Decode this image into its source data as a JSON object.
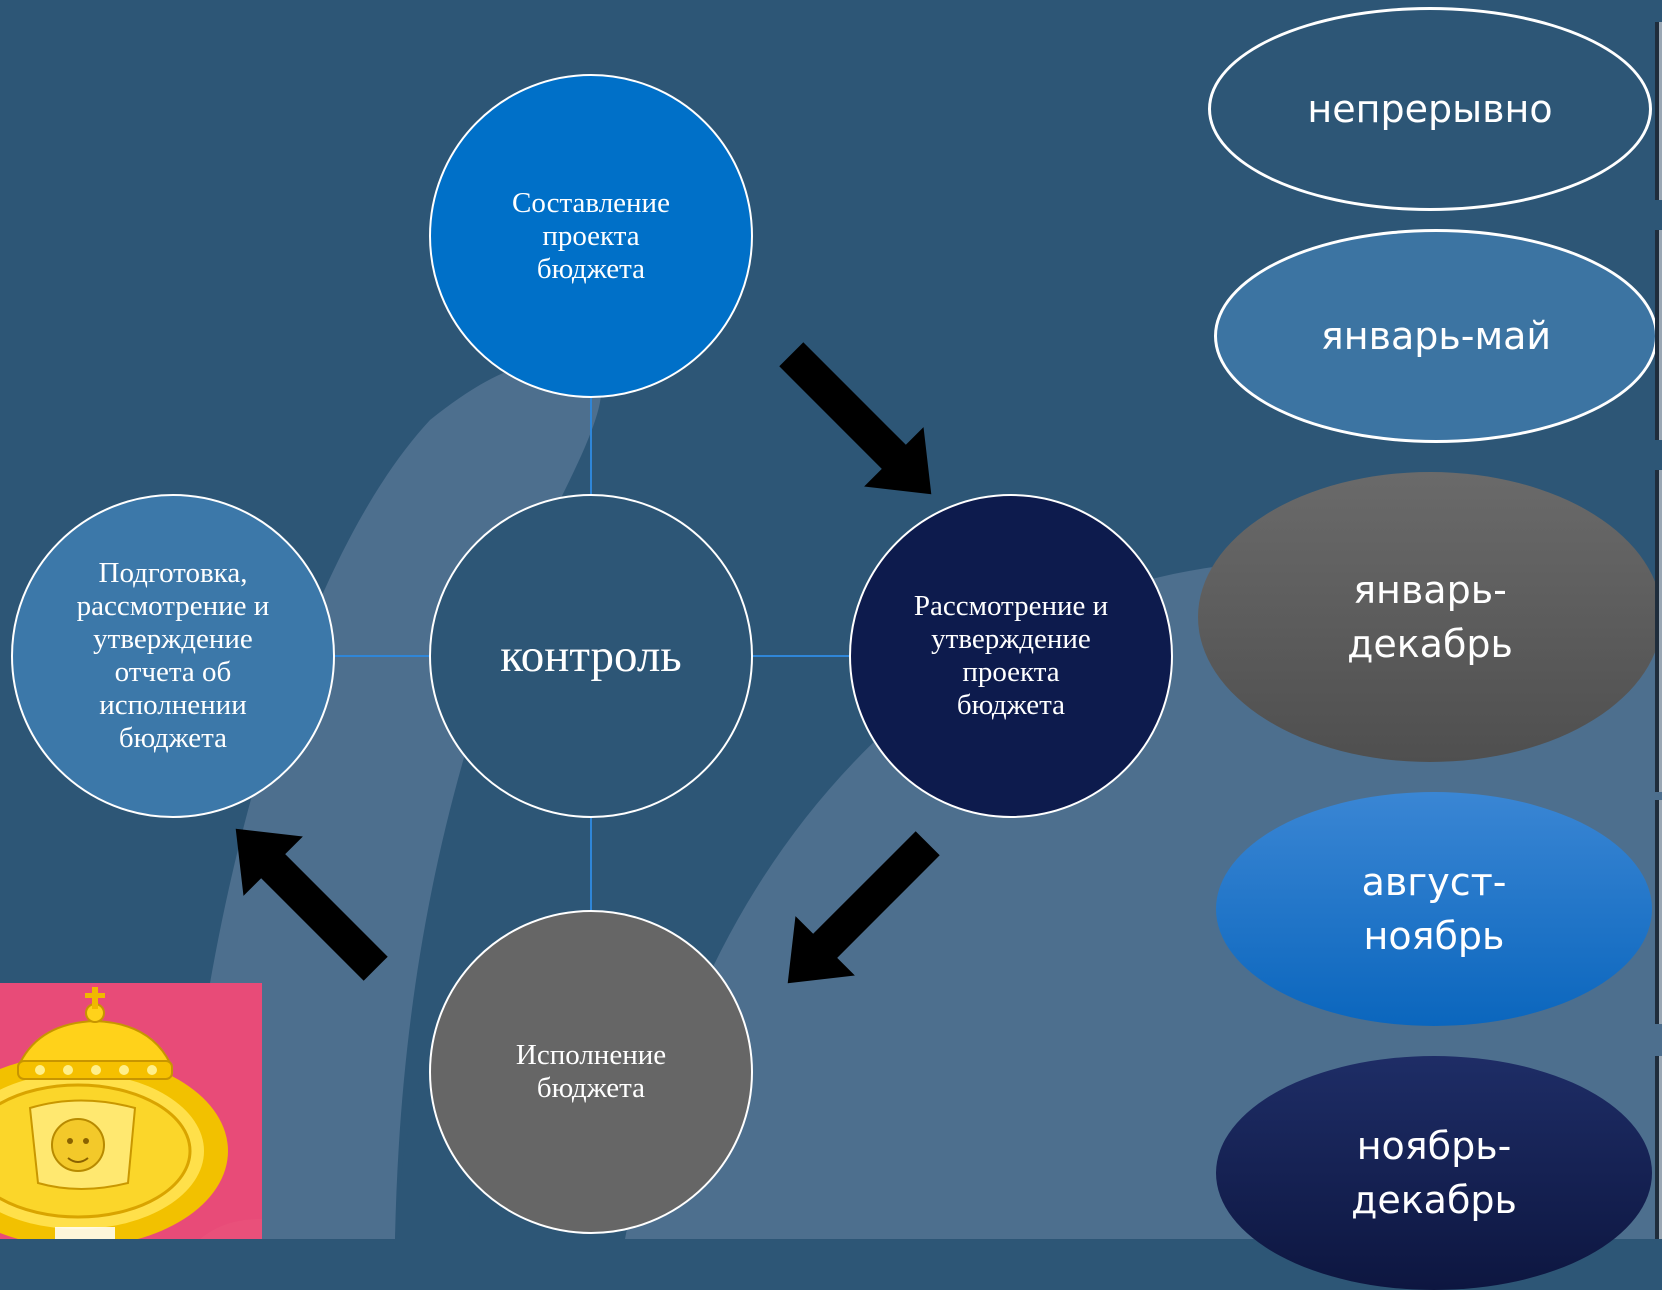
{
  "diagram": {
    "center_label": "контроль",
    "stages": [
      {
        "label": "Составление\nпроекта\nбюджета",
        "color": "#0070c8"
      },
      {
        "label": "Рассмотрение и\nутверждение\nпроекта\nбюджета",
        "color": "#0d1b4d"
      },
      {
        "label": "Исполнение\nбюджета",
        "color": "#666666"
      },
      {
        "label": "Подготовка,\nрассмотрение и\nутверждение\nотчета об\nисполнении\nбюджета",
        "color": "#3c78a9"
      }
    ]
  },
  "periods": [
    {
      "label": "непрерывно",
      "fill": "#2d5676"
    },
    {
      "label": "январь-май",
      "fill": "#3c74a2"
    },
    {
      "label": "январь-\nдекабрь",
      "fill": "#5c5c5c"
    },
    {
      "label": "август-\nноябрь",
      "fill": "#1677c9"
    },
    {
      "label": "ноябрь-\nдекабрь",
      "fill": "#121f55"
    }
  ],
  "colors": {
    "background": "#2d5676",
    "swoosh": "#4d6f8e",
    "arrow": "#000000",
    "connector": "#2f86d8"
  }
}
